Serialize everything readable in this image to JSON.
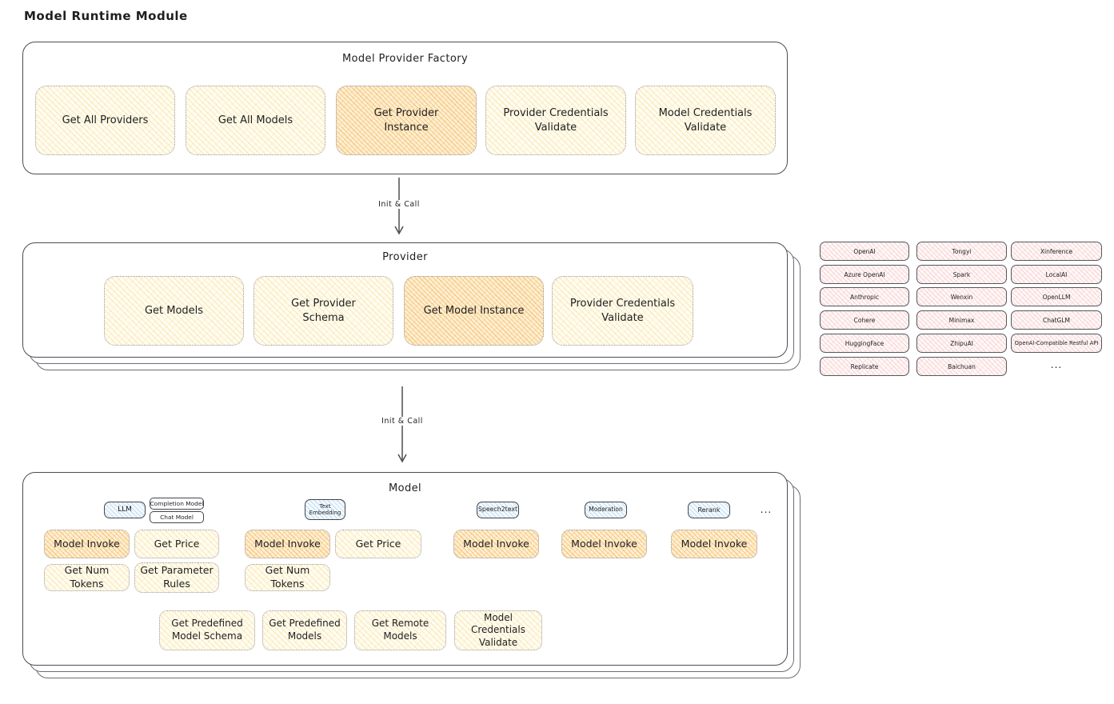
{
  "page_title": "Model Runtime Module",
  "arrows": {
    "top": "Init & Call",
    "bottom": "Init & Call"
  },
  "factory": {
    "title": "Model Provider Factory",
    "buttons": [
      "Get All Providers",
      "Get All Models",
      "Get Provider Instance",
      "Provider Credentials Validate",
      "Model Credentials Validate"
    ]
  },
  "provider": {
    "title": "Provider",
    "buttons": [
      "Get Models",
      "Get Provider Schema",
      "Get Model Instance",
      "Provider Credentials Validate"
    ]
  },
  "providers_list": {
    "rows": [
      [
        "OpenAI",
        "Tongyi",
        "Xinference"
      ],
      [
        "Azure OpenAI",
        "Spark",
        "LocalAI"
      ],
      [
        "Anthropic",
        "Wenxin",
        "OpenLLM"
      ],
      [
        "Cohere",
        "Minimax",
        "ChatGLM"
      ],
      [
        "HuggingFace",
        "ZhipuAI",
        "OpenAI-Compatible Restful API"
      ],
      [
        "Replicate",
        "Baichuan"
      ]
    ],
    "more": "..."
  },
  "model": {
    "title": "Model",
    "tabs": {
      "llm": "LLM",
      "completion_model": "Completion Model",
      "chat_model": "Chat Model",
      "text_embedding": "Text Embedding",
      "speech2text": "Speech2text",
      "moderation": "Moderation",
      "rerank": "Rerank",
      "more": "..."
    },
    "llm_buttons": [
      "Model Invoke",
      "Get Price",
      "Get Num Tokens",
      "Get Parameter Rules"
    ],
    "embedding_buttons": [
      "Model Invoke",
      "Get Price",
      "Get Num Tokens"
    ],
    "speech2text_buttons": [
      "Model Invoke"
    ],
    "moderation_buttons": [
      "Model Invoke"
    ],
    "rerank_buttons": [
      "Model Invoke"
    ],
    "common_buttons": [
      "Get Predefined Model Schema",
      "Get Predefined Models",
      "Get Remote Models",
      "Model Credentials Validate"
    ]
  },
  "colors": {
    "ink": "#1f1f1f",
    "box_border": "#4a4d52",
    "yellow_fill": "#fffcf0",
    "yellow_hatch": "#f0cd6e",
    "orange_fill": "#fdf0d3",
    "orange_hatch": "#f2a646",
    "pink_fill": "#fff8f8",
    "pink_hatch": "#eb9696",
    "blue_fill": "#f3faff",
    "blue_hatch": "#78aad7"
  }
}
